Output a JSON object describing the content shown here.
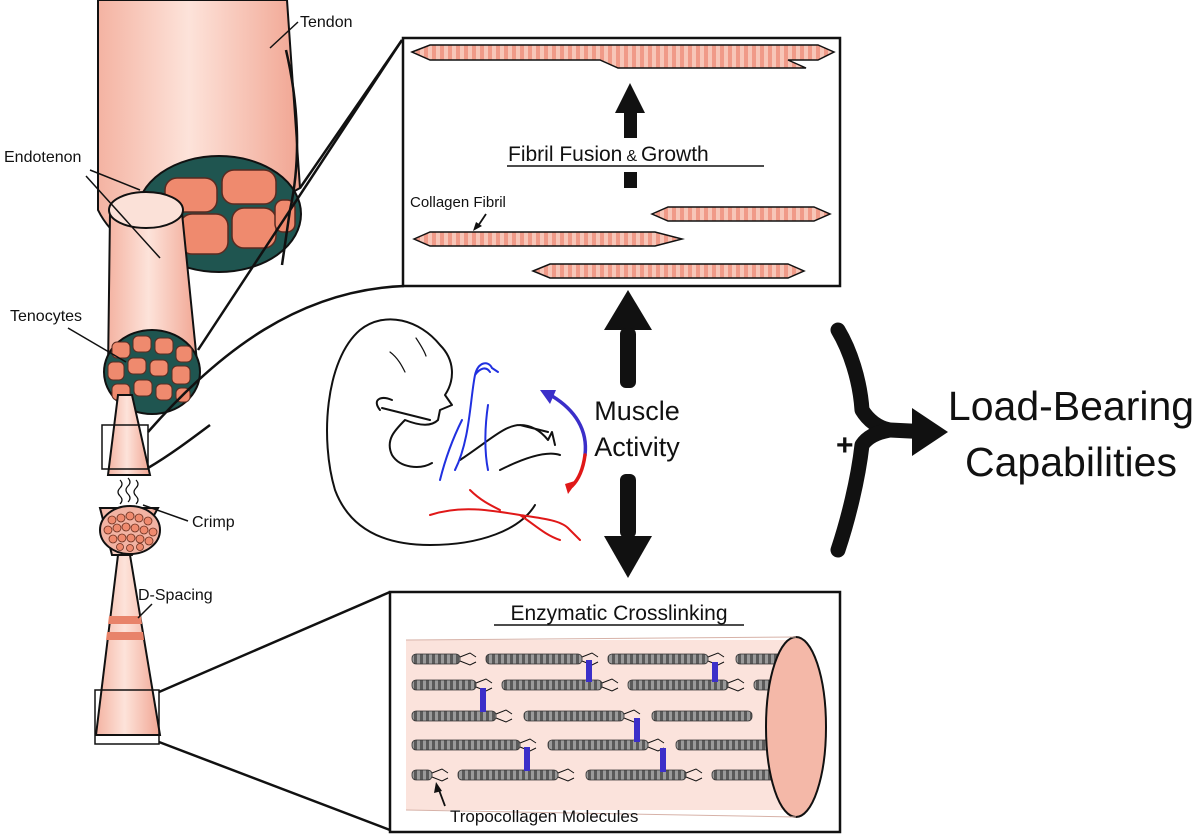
{
  "labels": {
    "tendon": "Tendon",
    "endotenon": "Endotenon",
    "tenocytes": "Tenocytes",
    "crimp": "Crimp",
    "d_spacing": "D-Spacing",
    "fibril_fusion_main": "Fibril Fusion",
    "fibril_fusion_amp": "&",
    "fibril_fusion_growth": "Growth",
    "collagen_fibril": "Collagen Fibril",
    "muscle_line1": "Muscle",
    "muscle_line2": "Activity",
    "enzymatic": "Enzymatic Crosslinking",
    "tropocollagen": "Tropocollagen Molecules",
    "plus": "+",
    "load_line1": "Load-Bearing",
    "load_line2": "Capabilities"
  },
  "colors": {
    "tissue": "#f6c0b0",
    "cell": "#ef8a6e",
    "matrix": "#1f5550",
    "fibril": "#f2a99a",
    "crosslink": "#3b2fc9",
    "limb_blue": "#2030e0",
    "limb_red": "#e01818",
    "molecule": "#8a8a8a"
  },
  "icons": [
    "arrow-up-icon",
    "arrow-down-icon",
    "arrow-right-icon",
    "embryo-icon"
  ]
}
